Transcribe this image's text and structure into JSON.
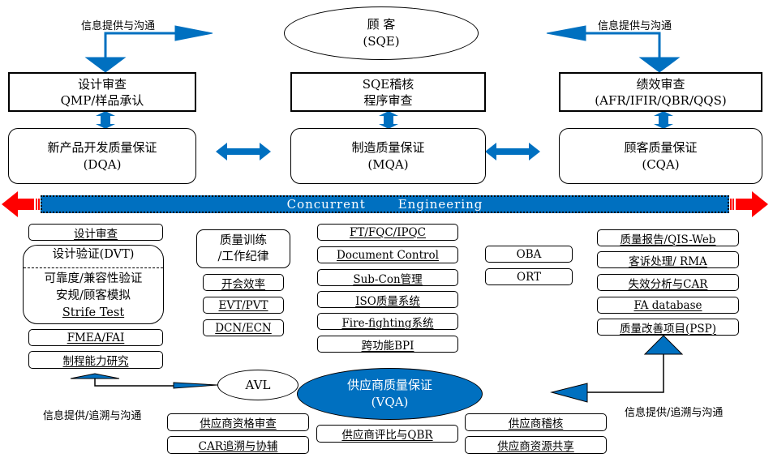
{
  "title": "Concurrent Engineering 质量保证体系图",
  "colors": {
    "accent_blue": "#0070c0",
    "arrow_red": "#ff0000",
    "box_border": "#000000"
  },
  "top": {
    "customer": {
      "line1": "顾 客",
      "line2": "(SQE)"
    },
    "info_label_left": "信息提供与沟通",
    "info_label_right": "信息提供与沟通"
  },
  "review_boxes": [
    {
      "line1": "设计审查",
      "line2": "QMP/样品承认"
    },
    {
      "line1": "SQE稽核",
      "line2": "程序审查"
    },
    {
      "line1": "绩效审查",
      "line2": "(AFR/IFIR/QBR/QQS)"
    }
  ],
  "qa_boxes": [
    {
      "line1": "新产品开发质量保证",
      "line2": "(DQA)"
    },
    {
      "line1": "制造质量保证",
      "line2": "(MQA)"
    },
    {
      "line1": "顾客质量保证",
      "line2": "(CQA)"
    }
  ],
  "banner": {
    "word1": "Concurrent",
    "word2": "Engineering"
  },
  "dqa_items": {
    "design_review": "设计审查",
    "dvt_title": "设计验证(DVT)",
    "dvt_lines": [
      "可靠度/兼容性验证",
      "安规/顾客模拟",
      "Strife Test"
    ],
    "fmea": "FMEA/FAI",
    "process_capability": "制程能力研究"
  },
  "training_items": {
    "training": [
      "质量训练",
      "/工作纪律"
    ],
    "meeting": "开会效率",
    "evt": "EVT/PVT",
    "dcn": "DCN/ECN"
  },
  "mqa_items": [
    "FT/FQC/IPQC",
    "Document Control",
    "Sub-Con管理",
    "ISO质量系统",
    "Fire-fighting系统",
    "跨功能BPI"
  ],
  "oba_items": [
    "OBA",
    "ORT"
  ],
  "cqa_items": [
    "质量报告/QIS-Web",
    "客诉处理/ RMA",
    "失效分析与CAR",
    "FA database",
    "质量改善项目(PSP)"
  ],
  "vendor": {
    "avl": "AVL",
    "vqa_line1": "供应商质量保证",
    "vqa_line2": "(VQA)",
    "info_label_left": "信息提供/追溯与沟通",
    "info_label_right": "信息提供/追溯与沟通",
    "left_items": [
      "供应商资格审查",
      "CAR追溯与协辅"
    ],
    "center_item": "供应商评比与QBR",
    "right_items": [
      "供应商稽核",
      "供应商资源共享"
    ]
  }
}
